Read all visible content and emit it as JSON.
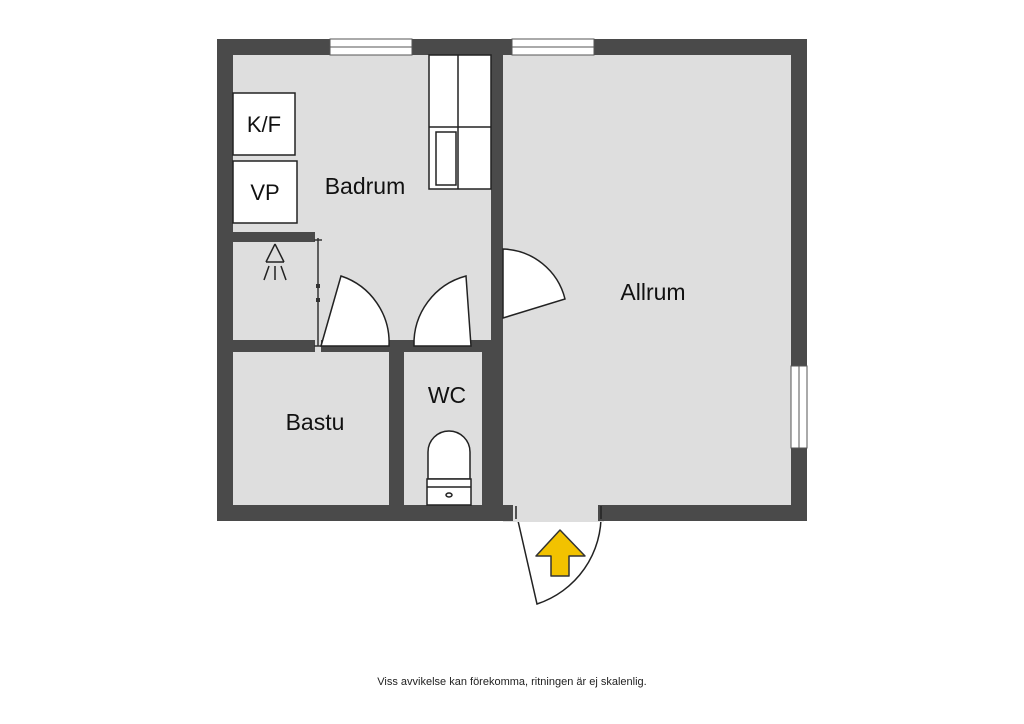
{
  "rooms": {
    "badrum": "Badrum",
    "allrum": "Allrum",
    "bastu": "Bastu",
    "wc": "WC"
  },
  "fixtures": {
    "kf": "K/F",
    "vp": "VP"
  },
  "footer": {
    "disclaimer": "Viss avvikelse kan förekomma, ritningen är ej skalenlig."
  },
  "colors": {
    "wall": "#4a4a4a",
    "floor": "#dedede",
    "entrance_arrow": "#f2c200"
  },
  "icons": {
    "shower": "shower-icon",
    "entrance": "entrance-arrow-icon"
  }
}
